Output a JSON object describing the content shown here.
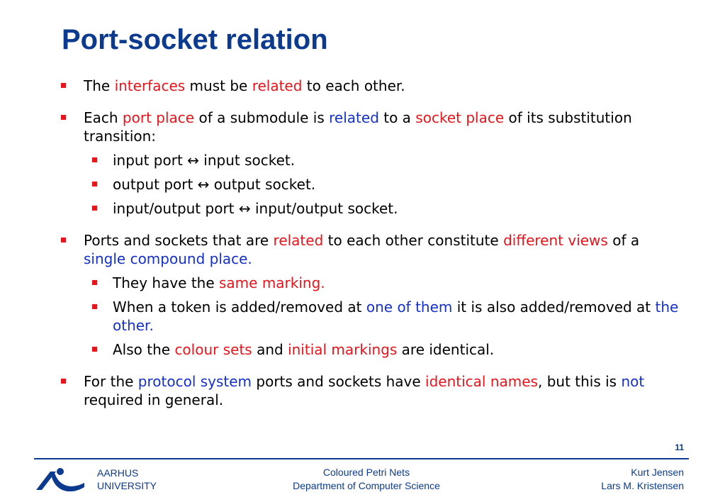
{
  "slide": {
    "title": "Port-socket relation",
    "page_number": "11",
    "colors": {
      "title": "#0b3a8f",
      "red": "#e8141b",
      "blue": "#1530c8"
    },
    "bullets": [
      {
        "level": 1,
        "parts": [
          {
            "text": "The "
          },
          {
            "text": "interfaces",
            "color": "red"
          },
          {
            "text": " must be "
          },
          {
            "text": "related",
            "color": "red"
          },
          {
            "text": " to each other."
          }
        ]
      },
      {
        "level": 1,
        "parts": [
          {
            "text": "Each "
          },
          {
            "text": "port place",
            "color": "red"
          },
          {
            "text": " of a submodule is "
          },
          {
            "text": "related",
            "color": "blue"
          },
          {
            "text": " to a "
          },
          {
            "text": "socket place",
            "color": "red"
          },
          {
            "text": " of its substitution transition:"
          }
        ]
      },
      {
        "level": 2,
        "parts": [
          {
            "text": "input port ↔ input socket."
          }
        ]
      },
      {
        "level": 2,
        "parts": [
          {
            "text": "output port ↔ output socket."
          }
        ]
      },
      {
        "level": 2,
        "parts": [
          {
            "text": "input/output port ↔ input/output socket."
          }
        ]
      },
      {
        "level": 1,
        "parts": [
          {
            "text": "Ports and sockets that are "
          },
          {
            "text": "related",
            "color": "red"
          },
          {
            "text": " to each other constitute "
          },
          {
            "text": "different views",
            "color": "red"
          },
          {
            "text": " of a "
          },
          {
            "text": "single compound place.",
            "color": "blue"
          }
        ]
      },
      {
        "level": 2,
        "parts": [
          {
            "text": "They have the "
          },
          {
            "text": "same marking.",
            "color": "red"
          }
        ]
      },
      {
        "level": 2,
        "parts": [
          {
            "text": "When a token is added/removed at "
          },
          {
            "text": "one of them",
            "color": "blue"
          },
          {
            "text": " it is also added/removed at "
          },
          {
            "text": "the other.",
            "color": "blue"
          }
        ]
      },
      {
        "level": 2,
        "parts": [
          {
            "text": "Also the "
          },
          {
            "text": "colour sets",
            "color": "red"
          },
          {
            "text": " and "
          },
          {
            "text": "initial markings",
            "color": "red"
          },
          {
            "text": " are identical."
          }
        ]
      },
      {
        "level": 1,
        "parts": [
          {
            "text": "For the "
          },
          {
            "text": "protocol system",
            "color": "blue"
          },
          {
            "text": " ports and sockets have "
          },
          {
            "text": "identical names",
            "color": "red"
          },
          {
            "text": ", but this is "
          },
          {
            "text": "not",
            "color": "blue"
          },
          {
            "text": " required in general."
          }
        ]
      }
    ]
  },
  "footer": {
    "logo_line1": "AARHUS",
    "logo_line2": "UNIVERSITY",
    "center_line1": "Coloured Petri Nets",
    "center_line2": "Department of Computer Science",
    "right_line1": "Kurt Jensen",
    "right_line2": "Lars M. Kristensen"
  }
}
